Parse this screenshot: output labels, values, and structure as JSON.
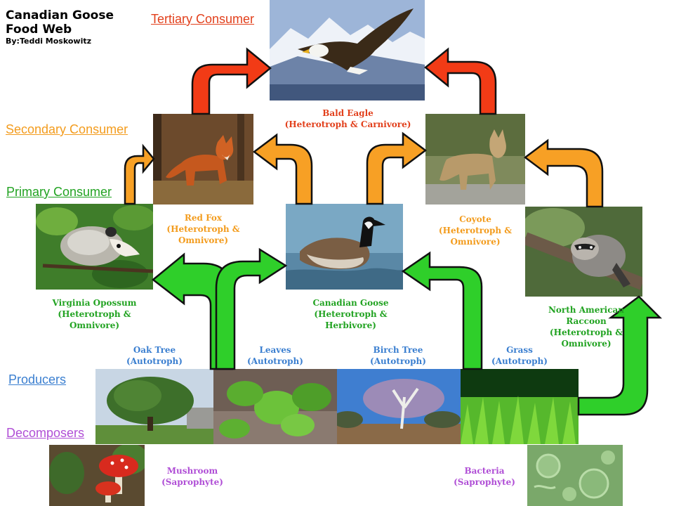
{
  "title": {
    "line1": "Canadian Goose",
    "line2": "Food Web",
    "author": "By:Teddi Moskowitz"
  },
  "levels": {
    "tertiary": "Tertiary Consumer",
    "secondary": "Secondary Consumer",
    "primary": "Primary Consumer",
    "producers": "Producers",
    "decomposers": "Decomposers"
  },
  "organisms": {
    "bald_eagle": {
      "name": "Bald Eagle",
      "role": "(Heterotroph & Carnivore)"
    },
    "red_fox": {
      "name": "Red Fox",
      "role1": "(Heterotroph &",
      "role2": "Omnivore)"
    },
    "coyote": {
      "name": "Coyote",
      "role1": "(Heterotroph &",
      "role2": "Omnivore)"
    },
    "opossum": {
      "name": "Virginia Opossum",
      "role1": "(Heterotroph &",
      "role2": "Omnivore)"
    },
    "goose": {
      "name": "Canadian Goose",
      "role1": "(Heterotroph &",
      "role2": "Herbivore)"
    },
    "raccoon": {
      "name1": "North American",
      "name2": "Raccoon",
      "role1": "(Heterotroph &",
      "role2": "Omnivore)"
    },
    "oak": {
      "name": "Oak Tree",
      "role": "(Autotroph)"
    },
    "leaves": {
      "name": "Leaves",
      "role": "(Autotroph)"
    },
    "birch": {
      "name": "Birch Tree",
      "role": "(Autotroph)"
    },
    "grass": {
      "name": "Grass",
      "role": "(Autotroph)"
    },
    "mushroom": {
      "name": "Mushroom",
      "role": "(Saprophyte)"
    },
    "bacteria": {
      "name": "Bacteria",
      "role": "(Saprophyte)"
    }
  },
  "colors": {
    "tertiary": "#e2401c",
    "secondary": "#f39c1e",
    "primary": "#22a322",
    "producers": "#3b7fd0",
    "decomposers": "#b04fd6",
    "arrow_red": "#f23b16",
    "arrow_orange": "#f7a025",
    "arrow_green": "#2fcf2a"
  }
}
